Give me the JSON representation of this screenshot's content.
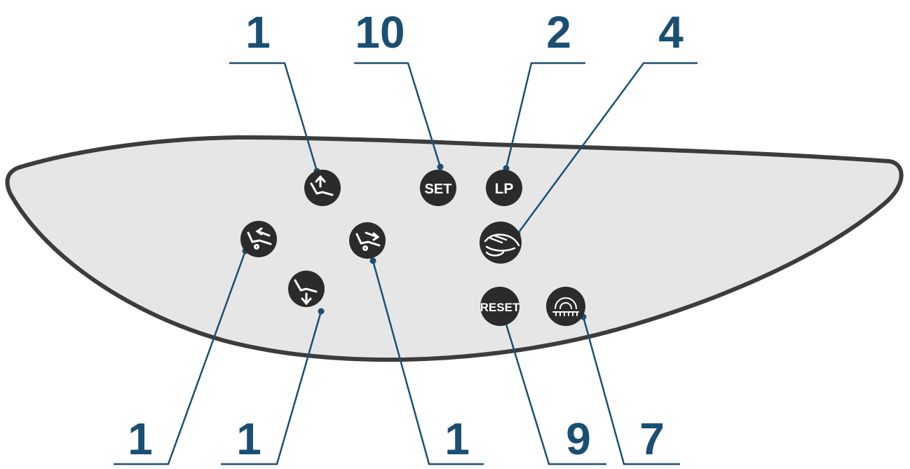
{
  "colors": {
    "panel_fill": "#e6e6e6",
    "panel_stroke": "#3c3c3c",
    "button_fill": "#2b2b2b",
    "button_glyph": "#ffffff",
    "leader_line": "#1a4f73",
    "callout_text": "#1a4f73"
  },
  "buttons": {
    "set_label": "SET",
    "lp_label": "LP",
    "reset_label": "RESET",
    "chair_up_icon": "chair-up-icon",
    "chair_down_icon": "chair-down-icon",
    "backrest_back_icon": "backrest-back-icon",
    "backrest_forward_icon": "backrest-forward-icon",
    "spittoon_icon": "spittoon-rinse-icon",
    "light_icon": "operating-light-icon"
  },
  "callouts": {
    "chair_up": "1",
    "set": "10",
    "lp": "2",
    "spittoon": "4",
    "backrest_back": "1",
    "chair_down": "1",
    "backrest_forward": "1",
    "reset": "9",
    "light": "7"
  }
}
